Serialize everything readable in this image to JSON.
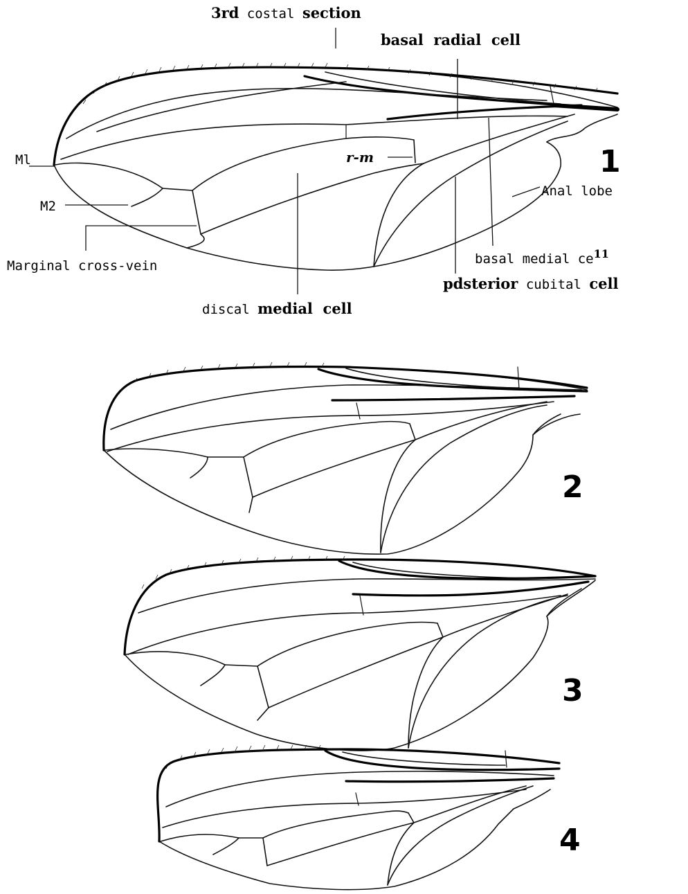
{
  "figures": [
    {
      "number": "1"
    },
    {
      "number": "2"
    },
    {
      "number": "3"
    },
    {
      "number": "4"
    }
  ],
  "labels": {
    "third_costal": {
      "bold": "3rd",
      "mid": " costal ",
      "bold2": "section"
    },
    "basal_radial": "basal  radial  cell",
    "r_m": "r-m",
    "m1": "Ml",
    "m2": "M2",
    "anal_lobe": "Anal lobe",
    "marginal_cross_vein": "Marginal cross-vein",
    "basal_medial": {
      "text": "basal medial ce",
      "sup": "11"
    },
    "posterior_cubital": {
      "bold": "pdsterior",
      "rest": " cubital ",
      "bold2": "cell"
    },
    "discal_medial": {
      "plain": "discal ",
      "bold": "medial  cell"
    }
  }
}
